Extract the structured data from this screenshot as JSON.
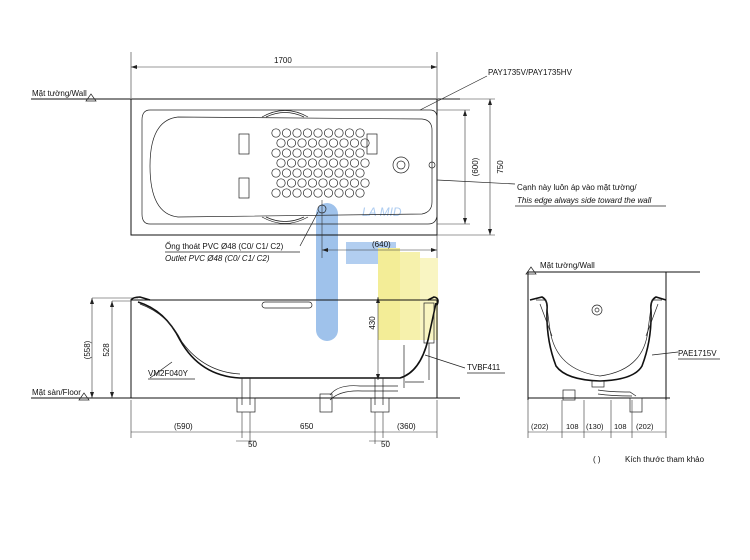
{
  "labels": {
    "wall_label_plan": "Mặt tường/Wall",
    "wall_label_side": "Mặt tường/Wall",
    "floor_label": "Mặt sàn/Floor",
    "model_tub": "PAY1735V/PAY1735HV",
    "edge_note_vi": "Cạnh này luôn áp vào mặt tường/",
    "edge_note_en": "This edge always side toward the wall",
    "outlet_vi": "Ống thoát PVC Ø48 (C0/ C1/ C2)",
    "outlet_en": "Outlet PVC Ø48 (C0/ C1/ C2)",
    "model_leg": "VM2F040Y",
    "model_drain": "TVBF411",
    "model_panel": "PAE1715V",
    "legend_paren": "(      )",
    "legend_text": "Kích thước tham khảo",
    "watermark": "LA MID"
  },
  "dimensions": {
    "plan_length": "1700",
    "plan_width": "750",
    "plan_inner": "(600)",
    "plan_outlet_offset": "(640)",
    "height_total": "(558)",
    "height_tub": "528",
    "height_drain": "430",
    "bottom_left": "(590)",
    "bottom_mid": "650",
    "bottom_right": "(360)",
    "leg_left": "50",
    "leg_right": "50",
    "side_a": "(202)",
    "side_b": "108",
    "side_c": "(130)",
    "side_d": "108",
    "side_e": "(202)"
  },
  "colors": {
    "line": "#111111",
    "watermark_blue": "#8fb8e8",
    "watermark_yellow": "#f2ea86"
  }
}
